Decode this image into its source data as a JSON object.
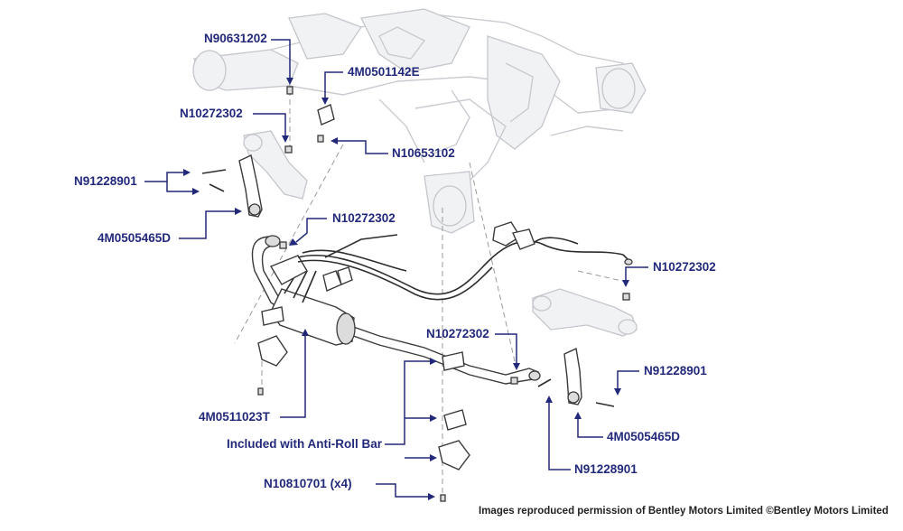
{
  "labels": {
    "n90631202": "N90631202",
    "m4m0501142e": "4M0501142E",
    "n10272302_a": "N10272302",
    "n10653102": "N10653102",
    "n91228901_a": "N91228901",
    "m4m0505465d_a": "4M0505465D",
    "n10272302_b": "N10272302",
    "n10272302_c": "N10272302",
    "n10272302_d": "N10272302",
    "n91228901_b": "N91228901",
    "m4m0511023t": "4M0511023T",
    "included": "Included with Anti-Roll Bar",
    "m4m0505465d_b": "4M0505465D",
    "n91228901_c": "N91228901",
    "n10810701": "N10810701 (x4)"
  },
  "credit": "Images reproduced permission of Bentley Motors Limited ©Bentley Motors Limited",
  "colors": {
    "label": "#22297a",
    "leader": "#22297a",
    "part_outline": "#3a3a3a",
    "background_parts": "#c9cbd0"
  }
}
